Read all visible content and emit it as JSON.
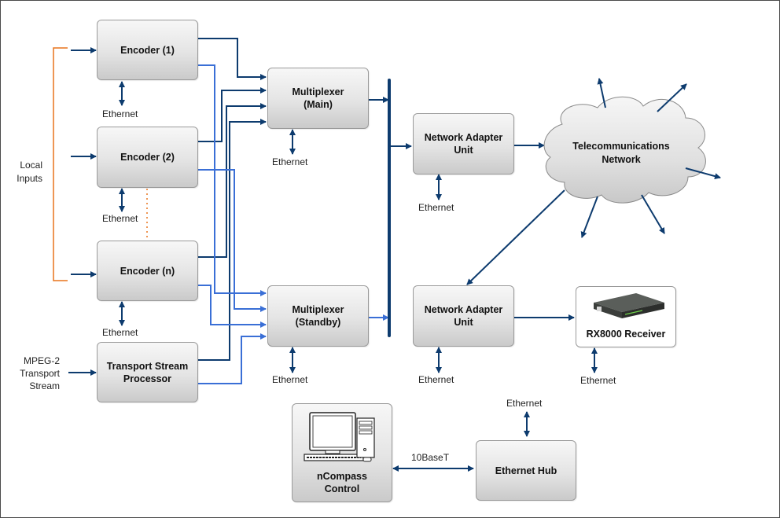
{
  "diagram": {
    "colors": {
      "primary_link": "#0d3b6e",
      "standby_link": "#3a6fd6",
      "bracket": "#e8731c",
      "box_border": "#9a9a9a"
    },
    "nodes": {
      "encoder_1": "Encoder (1)",
      "encoder_2": "Encoder (2)",
      "encoder_n": "Encoder (n)",
      "tsp": "Transport Stream\nProcessor",
      "mux_main": "Multiplexer\n(Main)",
      "mux_standby": "Multiplexer\n(Standby)",
      "nau_top": "Network Adapter\nUnit",
      "nau_bottom": "Network Adapter\nUnit",
      "cloud": "Telecommunications\nNetwork",
      "receiver": "RX8000 Receiver",
      "ncompass": "nCompass\nControl",
      "hub": "Ethernet Hub"
    },
    "labels": {
      "local_inputs": "Local\nInputs",
      "mpeg2": "MPEG-2\nTransport\nStream",
      "ethernet": "Ethernet",
      "tenbaset": "10BaseT"
    },
    "icons": {
      "receiver": "rack-receiver-icon",
      "ncompass": "desktop-computer-icon"
    }
  }
}
